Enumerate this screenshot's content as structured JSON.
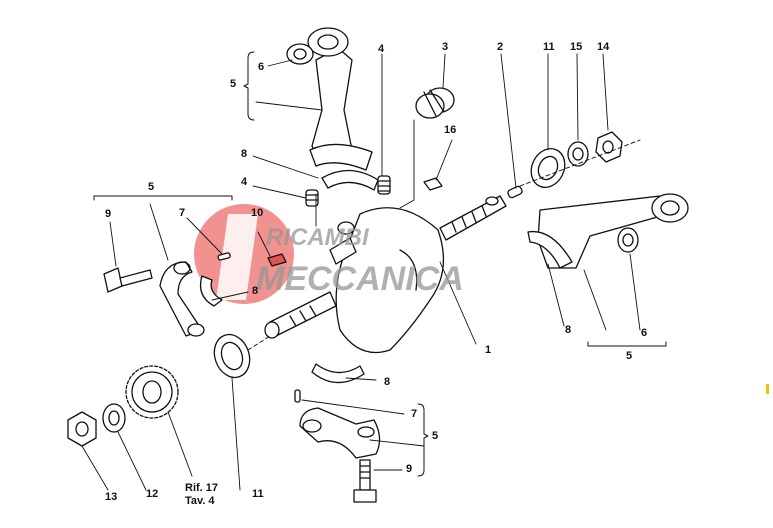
{
  "callouts": {
    "c1": "1",
    "c2": "2",
    "c3": "3",
    "c4a": "4",
    "c4b": "4",
    "c5a": "5",
    "c5b": "5",
    "c5c": "5",
    "c5d": "5",
    "c6a": "6",
    "c6b": "6",
    "c7a": "7",
    "c7b": "7",
    "c8a": "8",
    "c8b": "8",
    "c8c": "8",
    "c8d": "8",
    "c9a": "9",
    "c9b": "9",
    "c10": "10",
    "c11a": "11",
    "c11b": "11",
    "c12": "12",
    "c13": "13",
    "c14": "14",
    "c15": "15",
    "c16": "16"
  },
  "reference": {
    "line1": "Rif. 17",
    "line2": "Tav. 4"
  },
  "watermark": {
    "line1": "RICAMBI",
    "line2": "MECCANICA",
    "logo_color": "#e53935"
  },
  "colors": {
    "ink": "#111111",
    "highlight_part": "#d32f2f",
    "marker": "#f2c200"
  }
}
